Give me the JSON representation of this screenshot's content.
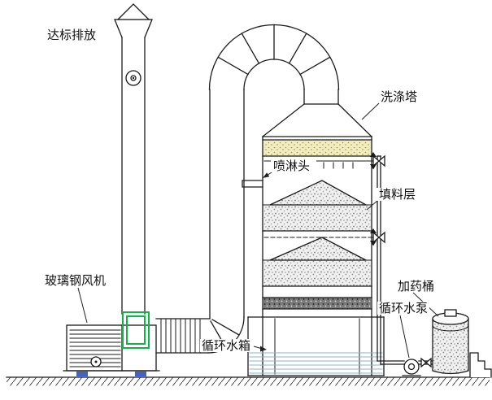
{
  "diagram": {
    "labels": {
      "emission": "达标排放",
      "fan": "玻璃钢风机",
      "tower": "洗涤塔",
      "spray_head": "喷淋头",
      "packing_layer": "填料层",
      "circulating_tank": "循环水箱",
      "circulating_pump": "循环水泵",
      "dosing_barrel": "加药桶"
    },
    "colors": {
      "line": "#1a1a1a",
      "joint_green": "#12b24b",
      "base_blue": "#3f64c8",
      "demister_yellow": "#f3edbb",
      "water_blue": "#8fb3c6"
    }
  }
}
